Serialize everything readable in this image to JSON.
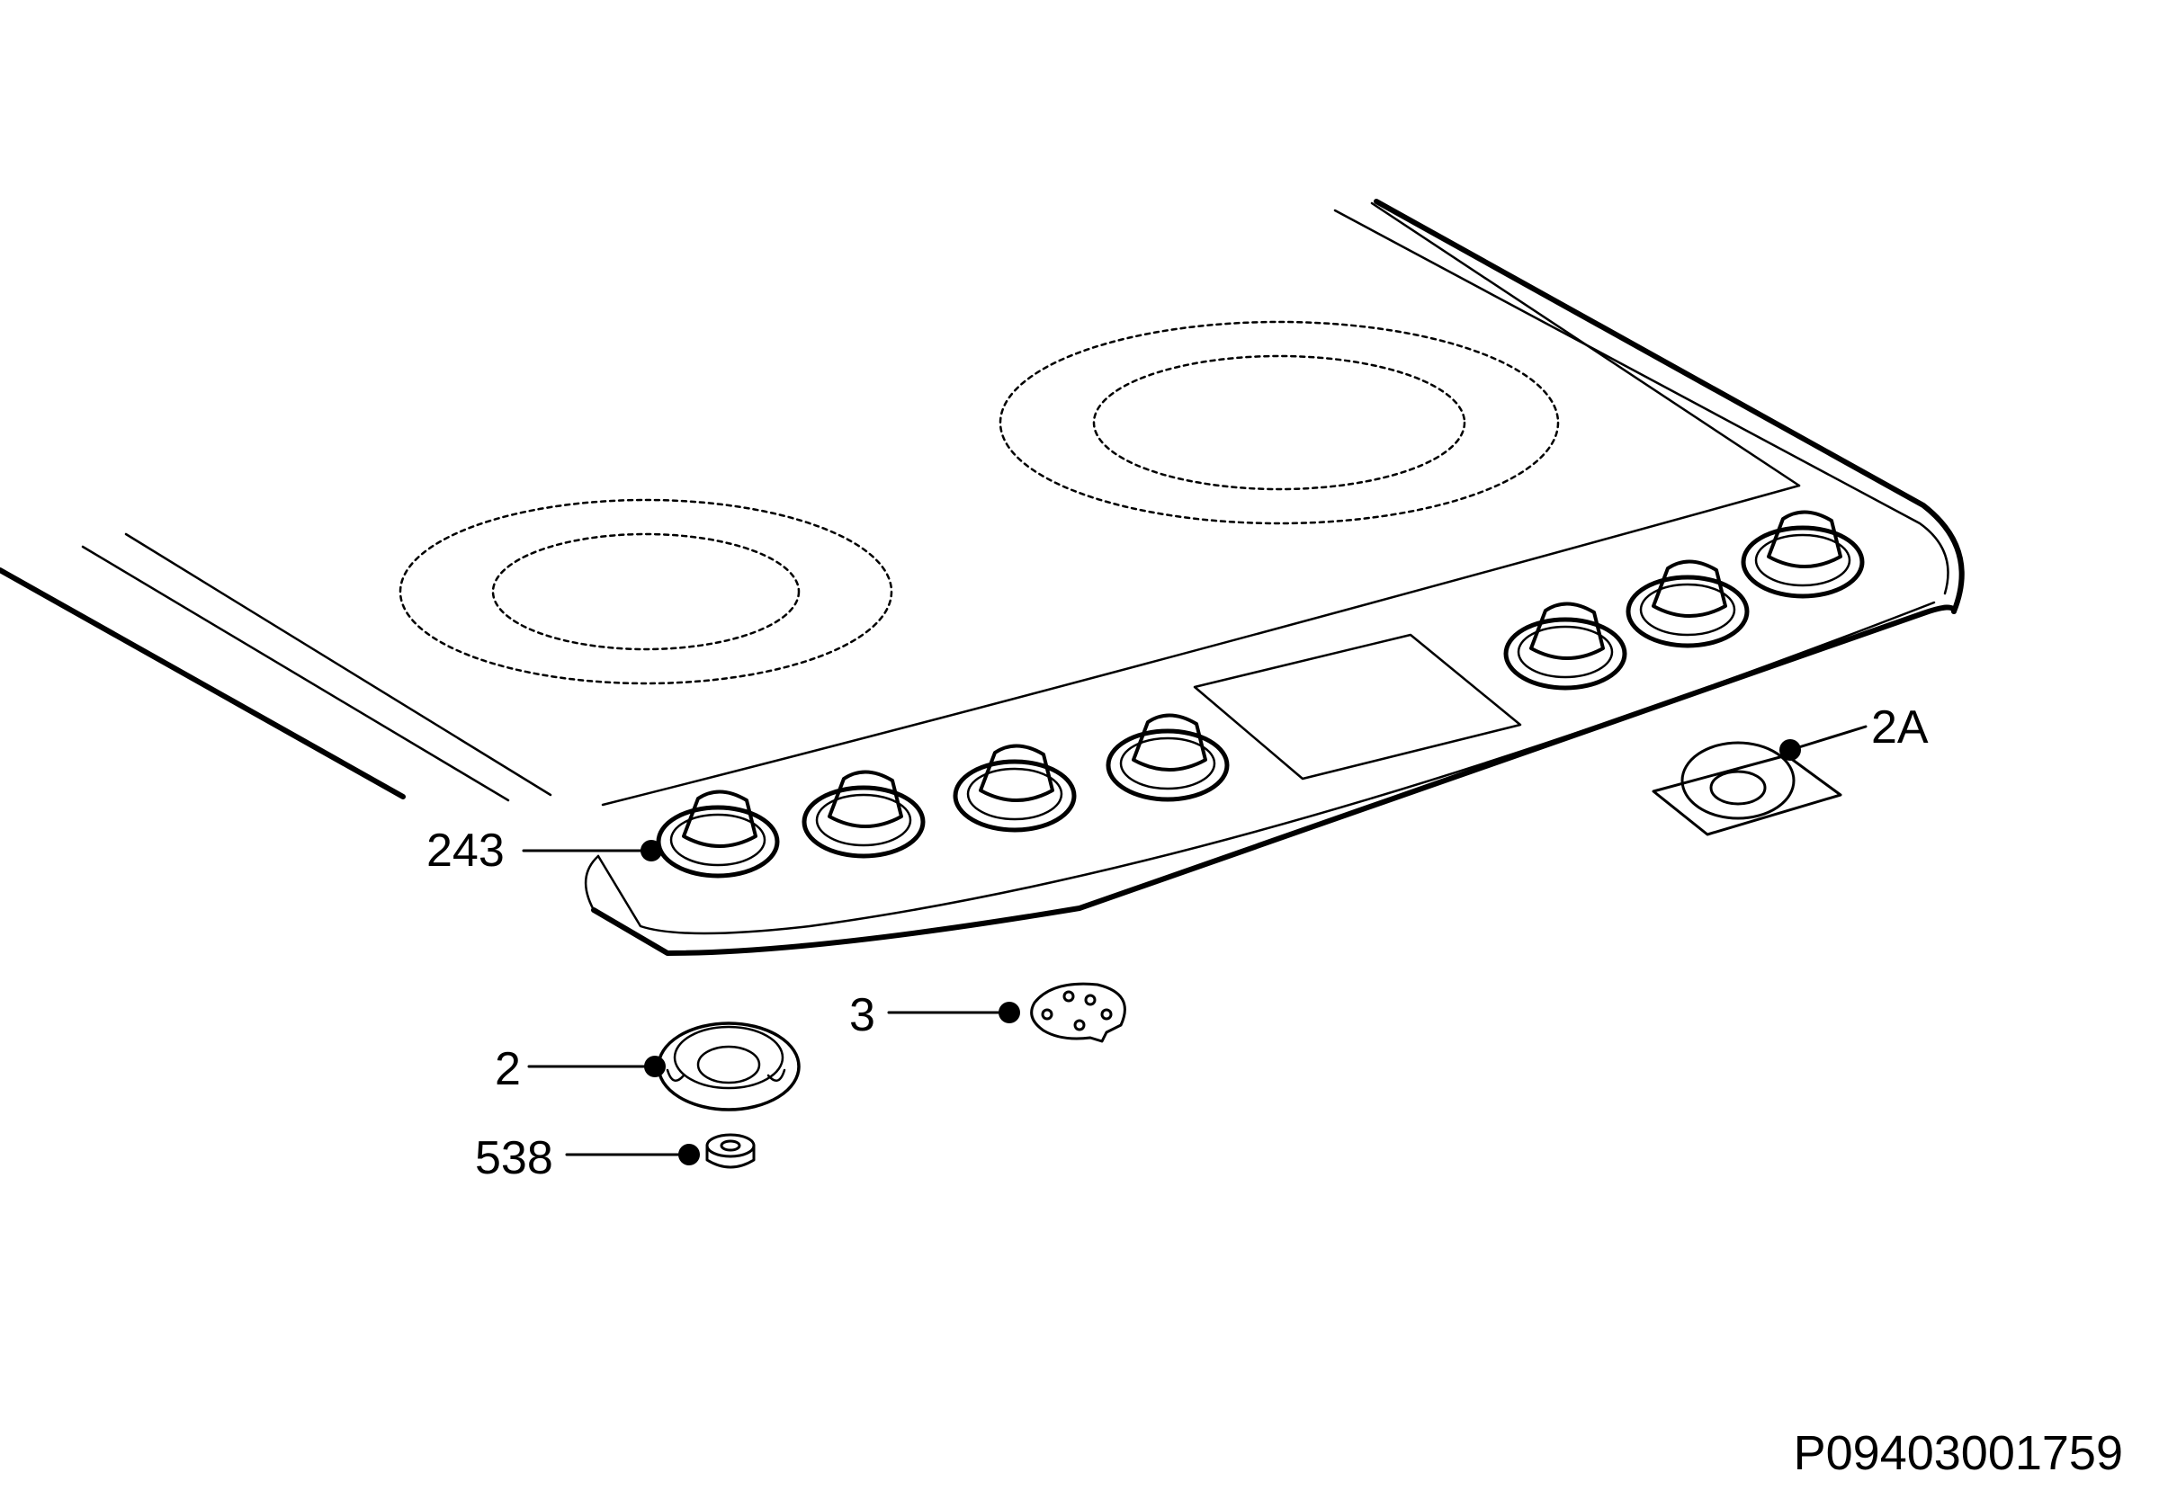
{
  "diagram": {
    "callouts": {
      "c243": "243",
      "c2a": "2A",
      "c3": "3",
      "c2": "2",
      "c538": "538"
    },
    "drawing_code": "P09403001759",
    "knob_count": 7
  }
}
